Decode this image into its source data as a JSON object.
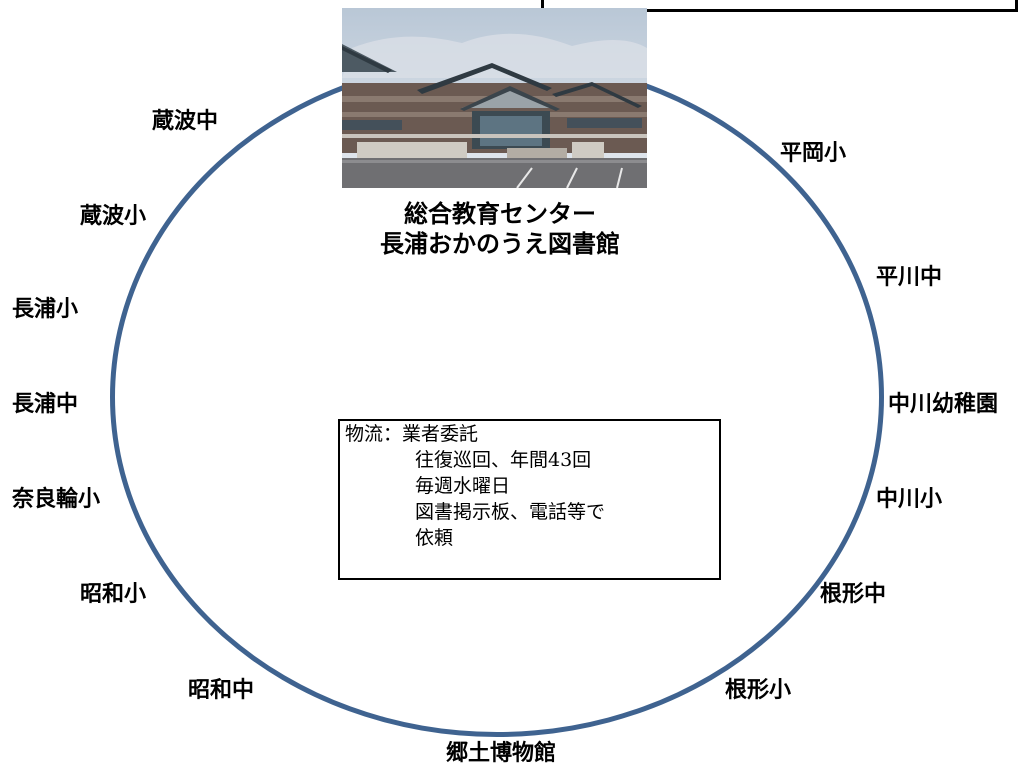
{
  "diagram": {
    "hub": {
      "caption_line1": "総合教育センター",
      "caption_line2": "長浦おかのうえ図書館"
    },
    "nodes": {
      "kurahachu": "蔵波中",
      "kurahasho": "蔵波小",
      "nagauraSho": "長浦小",
      "nagauraChu": "長浦中",
      "narawaSho": "奈良輪小",
      "showaSho": "昭和小",
      "showaChu": "昭和中",
      "kyodo": "郷土博物館",
      "negataSho": "根形小",
      "negataChu": "根形中",
      "nakagawaSho": "中川小",
      "nakagawaYochien": "中川幼稚園",
      "hirakawaChu": "平川中",
      "hiraokaSho": "平岡小"
    },
    "info": {
      "line1": "物流：業者委託",
      "line2": "往復巡回、年間43回",
      "line3": "毎週水曜日",
      "line4": "図書掲示板、電話等で",
      "line5": "依頼"
    },
    "colors": {
      "ring": "#3f6390"
    }
  }
}
